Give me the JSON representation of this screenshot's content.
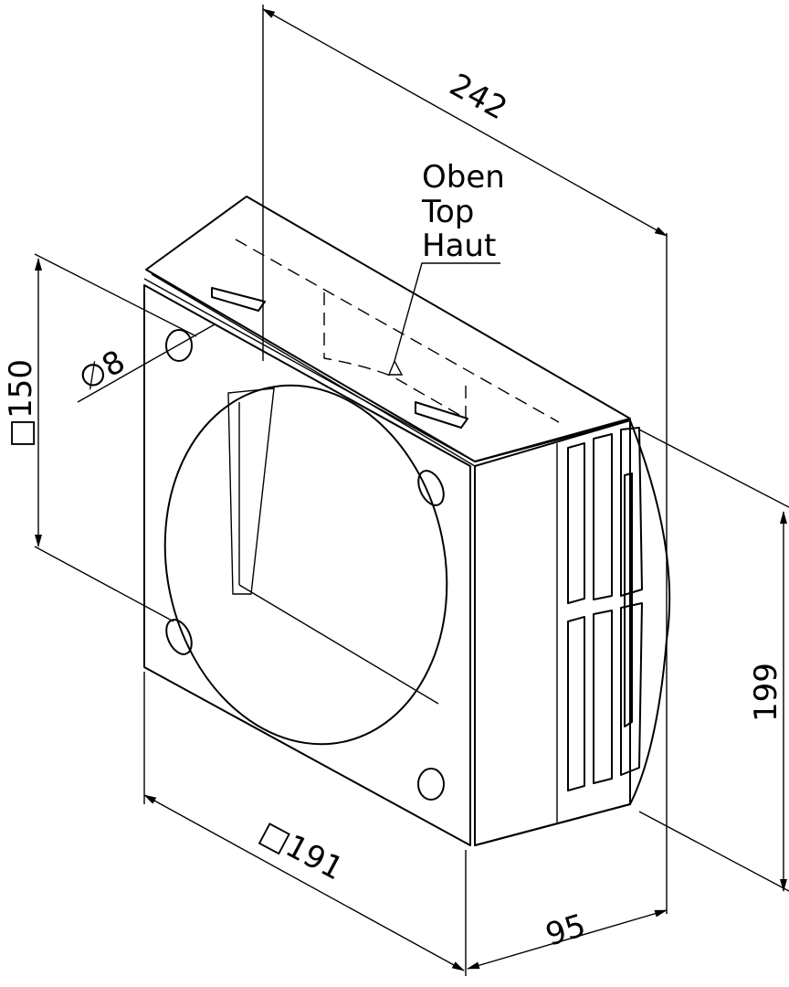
{
  "title": "Wall box with weather grille – dimensional drawing",
  "labels": {
    "orientation": [
      "Oben",
      "Top",
      "Haut"
    ]
  },
  "dimensions": {
    "depth_total": "242",
    "hole_diameter": "∅8",
    "hole_spacing": "□150",
    "height_total": "199",
    "plate_size": "□191",
    "grille_depth": "95"
  }
}
